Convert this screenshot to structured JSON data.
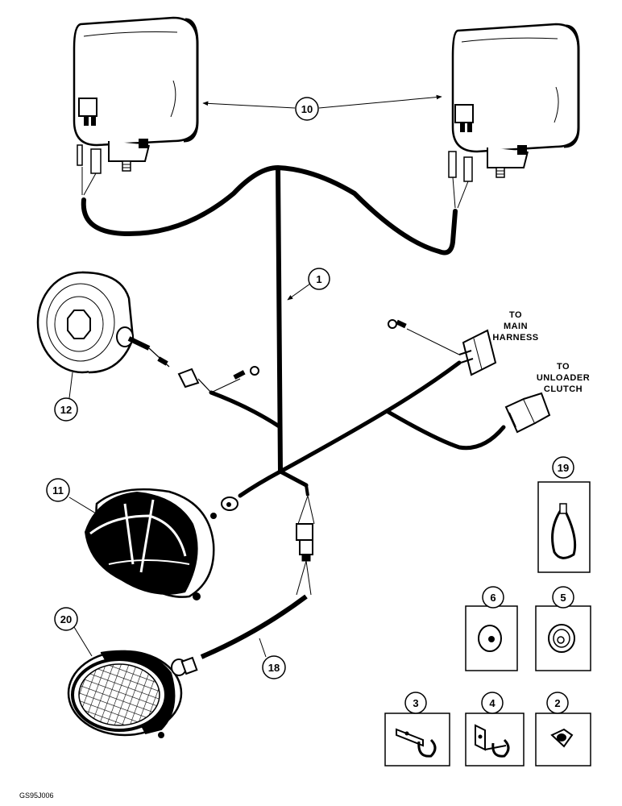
{
  "callouts": {
    "c1": "1",
    "c2": "2",
    "c3": "3",
    "c4": "4",
    "c5": "5",
    "c6": "6",
    "c10": "10",
    "c11": "11",
    "c12": "12",
    "c18": "18",
    "c19": "19",
    "c20": "20"
  },
  "notes": {
    "main_harness": [
      "TO",
      "MAIN",
      "HARNESS"
    ],
    "unloader_clutch": [
      "TO",
      "UNLOADER",
      "CLUTCH"
    ]
  },
  "figure_code": "GS95J006"
}
